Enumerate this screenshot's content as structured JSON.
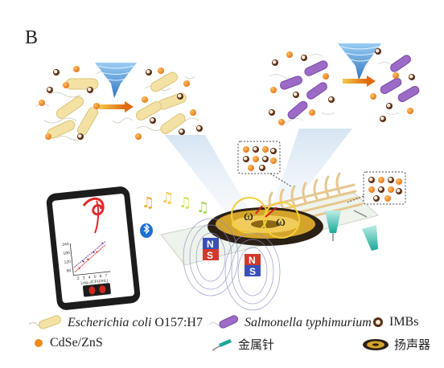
{
  "panel_label": "B",
  "symbols": {
    "omega": "ω",
    "magnet_n": "N",
    "magnet_s": "S",
    "music_note": "♫"
  },
  "phone": {
    "y_ticks": [
      "240",
      "180",
      "120",
      "60"
    ],
    "x_ticks": [
      "2",
      "3",
      "4",
      "5",
      "6",
      "7"
    ],
    "x_axis": "Log₁₀(CFU/mL)"
  },
  "legend": {
    "ecoli_genus": "Escherichia coli",
    "ecoli_strain": " O157:H7",
    "salmonella": "Salmonella typhimurium",
    "imbs": "IMBs",
    "qd": "CdSe/ZnS",
    "needle": "金属针",
    "speaker": "扬声器"
  },
  "colors": {
    "bacteria_ecoli": "#f3e2a4",
    "bacteria_salmonella": "#9b6bc6",
    "qd_orange": "#f08a1c",
    "imb_brown": "#6b3a1f",
    "vortex_blue": "#3f8fd6",
    "magnet_blue": "#3a4fb8",
    "magnet_red": "#d2392c",
    "speaker_gold": "#d4a42a"
  }
}
